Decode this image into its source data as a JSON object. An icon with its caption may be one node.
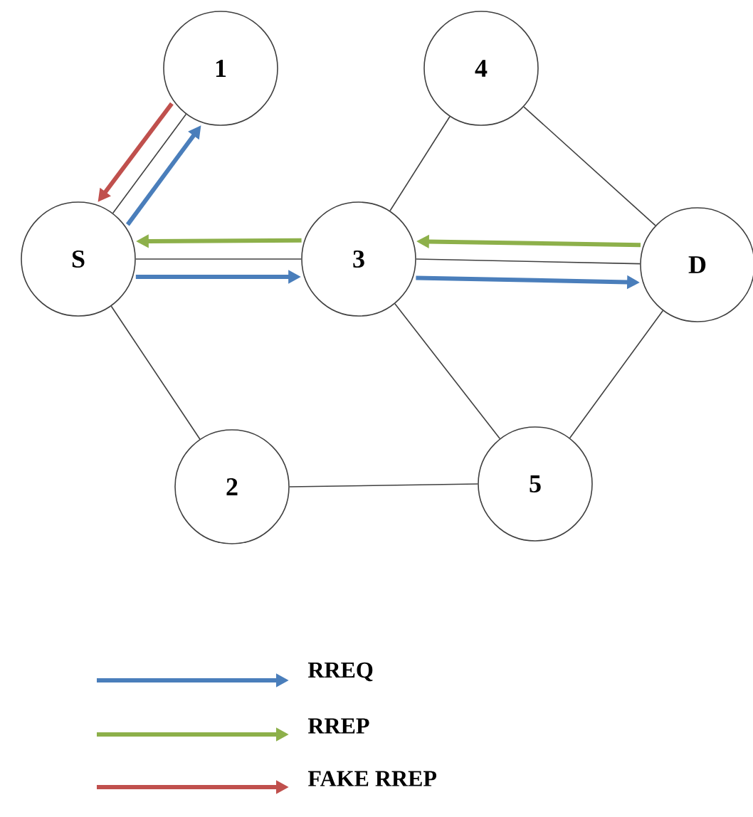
{
  "diagram": {
    "nodes": [
      {
        "text": [
          "S"
        ]
      },
      {
        "text": [
          "1"
        ]
      },
      {
        "text": [
          "4"
        ]
      },
      {
        "text": [
          "3"
        ]
      },
      {
        "text": [
          "D"
        ]
      },
      {
        "text": [
          "2"
        ]
      },
      {
        "text": [
          "5"
        ]
      }
    ],
    "edges": [
      {
        "from": 0,
        "to": 1,
        "arrow": "none"
      },
      {
        "from": 0,
        "to": 3,
        "arrow": "none"
      },
      {
        "from": 0,
        "to": 5,
        "arrow": "none"
      },
      {
        "from": 3,
        "to": 2,
        "arrow": "none"
      },
      {
        "from": 2,
        "to": 4,
        "arrow": "none"
      },
      {
        "from": 3,
        "to": 4,
        "arrow": "none"
      },
      {
        "from": 3,
        "to": 6,
        "arrow": "none"
      },
      {
        "from": 5,
        "to": 6,
        "arrow": "none"
      },
      {
        "from": 6,
        "to": 4,
        "arrow": "none"
      },
      {
        "from": 1,
        "to": 0,
        "arrow": "to",
        "style": "thick",
        "color": "#c0504d"
      },
      {
        "from": 0,
        "to": 1,
        "arrow": "to",
        "style": "thick",
        "color": "#4a7ebb"
      },
      {
        "from": 3,
        "to": 0,
        "arrow": "to",
        "style": "thick",
        "color": "#8db04a"
      },
      {
        "from": 0,
        "to": 3,
        "arrow": "to",
        "style": "thick",
        "color": "#4a7ebb"
      },
      {
        "from": 4,
        "to": 3,
        "arrow": "to",
        "style": "thick",
        "color": "#8db04a"
      },
      {
        "from": 3,
        "to": 4,
        "arrow": "to",
        "style": "thick",
        "color": "#4a7ebb"
      }
    ],
    "legend": [
      {
        "text": "RREQ",
        "color": "#4a7ebb"
      },
      {
        "text": "RREP",
        "color": "#8db04a"
      },
      {
        "text": "FAKE RREP",
        "color": "#c0504d"
      }
    ]
  }
}
